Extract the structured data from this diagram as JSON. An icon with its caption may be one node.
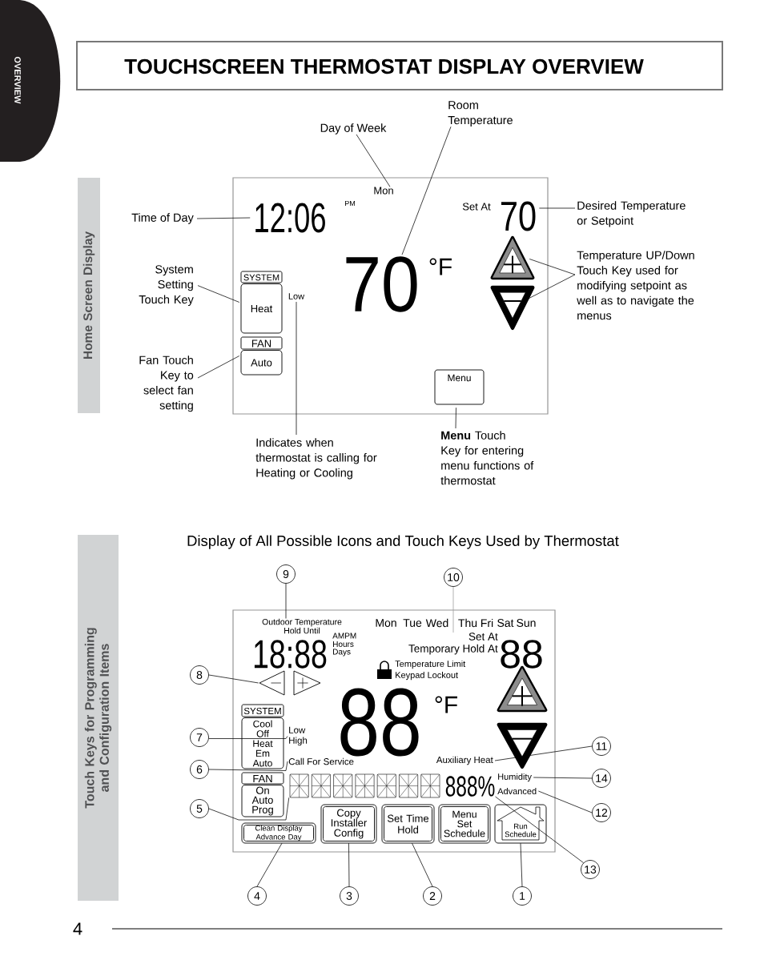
{
  "diagram": {
    "title": "TOUCHSCREEN THERMOSTAT DISPLAY OVERVIEW",
    "nodes": [
      {
        "text": [
          "OVERVIEW"
        ]
      },
      {
        "text": [
          "Home Screen Display"
        ]
      },
      {
        "text": [],
        "shape": "box"
      },
      {
        "text": [
          "Mon"
        ],
        "in": 2
      },
      {
        "text": [
          "12:06"
        ],
        "in": 2
      },
      {
        "text": [
          "70"
        ],
        "in": 2
      },
      {
        "text": [
          "70"
        ],
        "in": 2
      },
      {
        "text": [],
        "shape": "triangle",
        "in": 2
      },
      {
        "text": [],
        "shape": "triangle",
        "in": 2
      },
      {
        "text": [
          "SYSTEM",
          "Heat"
        ],
        "in": 2
      },
      {
        "text": [
          "FAN",
          "Auto"
        ],
        "in": 2
      },
      {
        "text": [
          "Low"
        ],
        "in": 2
      },
      {
        "text": [
          "Menu"
        ],
        "in": 2
      },
      {
        "text": [
          "Day of Week"
        ]
      },
      {
        "text": [
          "Room Temperature"
        ]
      },
      {
        "text": [
          "Time of Day"
        ]
      },
      {
        "text": [
          "Desired Temperature or Setpoint"
        ]
      },
      {
        "text": [
          "Temperature UP/Down Touch Key used for modifying setpoint as well as to navigate the menus"
        ]
      },
      {
        "text": [
          "System Setting Touch Key"
        ]
      },
      {
        "text": [
          "Fan Touch Key to select fan setting"
        ]
      },
      {
        "text": [
          "Indicates when thermostat is calling for Heating or Cooling"
        ]
      },
      {
        "text": [
          "**Menu** Touch Key for entering menu functions of thermostat"
        ]
      },
      {
        "text": [
          "Touch Keys for Programming and Configuration Items"
        ]
      },
      {
        "text": [],
        "shape": "box"
      },
      {
        "text": [
          "Outdoor Temperature",
          "Hold Until"
        ],
        "in": 23
      },
      {
        "text": [
          "Set At",
          "Temporary Hold At"
        ],
        "in": 23
      },
      {
        "text": [],
        "shape": "triangle",
        "in": 23
      },
      {
        "text": [
          "SYSTEM",
          "Cool Off Heat Em Auto"
        ],
        "in": 23
      },
      {
        "text": [
          "Low",
          "High"
        ],
        "in": 23
      },
      {
        "text": [
          "Call For Service"
        ],
        "in": 23
      },
      {
        "text": [
          "FAN",
          "On Auto Prog"
        ],
        "in": 23
      },
      {
        "text": [],
        "shape": "display",
        "in": 23
      },
      {
        "text": [
          "888%"
        ],
        "in": 23
      },
      {
        "text": [
          "Auxiliary Heat"
        ],
        "in": 23
      },
      {
        "text": [
          "Humidity"
        ],
        "in": 23
      },
      {
        "text": [
          "Advanced"
        ],
        "in": 23
      },
      {
        "text": [
          "Clean Display",
          "Advance Day"
        ],
        "in": 23
      },
      {
        "text": [
          "Copy",
          "Installer",
          "Config"
        ],
        "in": 23
      },
      {
        "text": [
          "Set Time",
          "Hold"
        ],
        "in": 23
      },
      {
        "text": [
          "Menu",
          "Set",
          "Schedule"
        ],
        "in": 23
      },
      {
        "text": [
          "Run Schedule"
        ],
        "in": 23
      },
      {
        "text": [
          "9"
        ]
      },
      {
        "text": [
          "10"
        ]
      },
      {
        "text": [
          "8"
        ]
      },
      {
        "text": [
          "7"
        ]
      },
      {
        "text": [
          "6"
        ]
      },
      {
        "text": [
          "5"
        ]
      },
      {
        "text": [
          "11"
        ]
      },
      {
        "text": [
          "14"
        ]
      },
      {
        "text": [
          "12"
        ]
      },
      {
        "text": [
          "13"
        ]
      },
      {
        "text": [
          "4"
        ]
      },
      {
        "text": [
          "3"
        ]
      },
      {
        "text": [
          "2"
        ]
      },
      {
        "text": [
          "1"
        ]
      }
    ],
    "edges": [
      {
        "from": 13,
        "to": 3,
        "arrow": "none"
      },
      {
        "from": 14,
        "to": 5,
        "arrow": "none"
      },
      {
        "from": 15,
        "to": 4,
        "arrow": "none"
      },
      {
        "from": 16,
        "to": 6,
        "arrow": "none"
      },
      {
        "from": 17,
        "to": 7,
        "arrow": "none"
      },
      {
        "from": 17,
        "to": 8,
        "arrow": "none"
      },
      {
        "from": 18,
        "to": 9,
        "arrow": "none"
      },
      {
        "from": 19,
        "to": 10,
        "arrow": "none"
      },
      {
        "from": 20,
        "to": 11,
        "arrow": "none"
      },
      {
        "from": 21,
        "to": 12,
        "arrow": "none"
      },
      {
        "from": 41,
        "to": 24,
        "arrow": "none"
      },
      {
        "from": 42,
        "to": 25,
        "arrow": "none",
        "color": "#9a9a9a"
      },
      {
        "from": 43,
        "to": 26,
        "arrow": "none"
      },
      {
        "from": 44,
        "to": 28,
        "arrow": "none"
      },
      {
        "from": 45,
        "to": 29,
        "arrow": "none"
      },
      {
        "from": 46,
        "to": 31,
        "arrow": "none"
      },
      {
        "from": 47,
        "to": 33,
        "arrow": "none"
      },
      {
        "from": 48,
        "to": 34,
        "arrow": "none"
      },
      {
        "from": 49,
        "to": 35,
        "arrow": "none"
      },
      {
        "from": 50,
        "to": 32,
        "arrow": "none"
      },
      {
        "from": 51,
        "to": 36,
        "arrow": "none"
      },
      {
        "from": 52,
        "to": 37,
        "arrow": "none"
      },
      {
        "from": 53,
        "to": 38,
        "arrow": "none"
      },
      {
        "from": 54,
        "to": 40,
        "arrow": "none"
      }
    ],
    "labels": [
      "PM",
      "°F",
      "Set At",
      "Display of All Possible Icons and Touch Keys Used by Thermostat",
      "Mon",
      "Tue",
      "Wed",
      "Thu",
      "Fri",
      "Sat",
      "Sun",
      "18:88",
      "AM",
      "PM",
      "Hours",
      "Days",
      "88",
      "Temperature Limit",
      "Keypad Lockout",
      "88",
      "°F",
      "4"
    ]
  }
}
